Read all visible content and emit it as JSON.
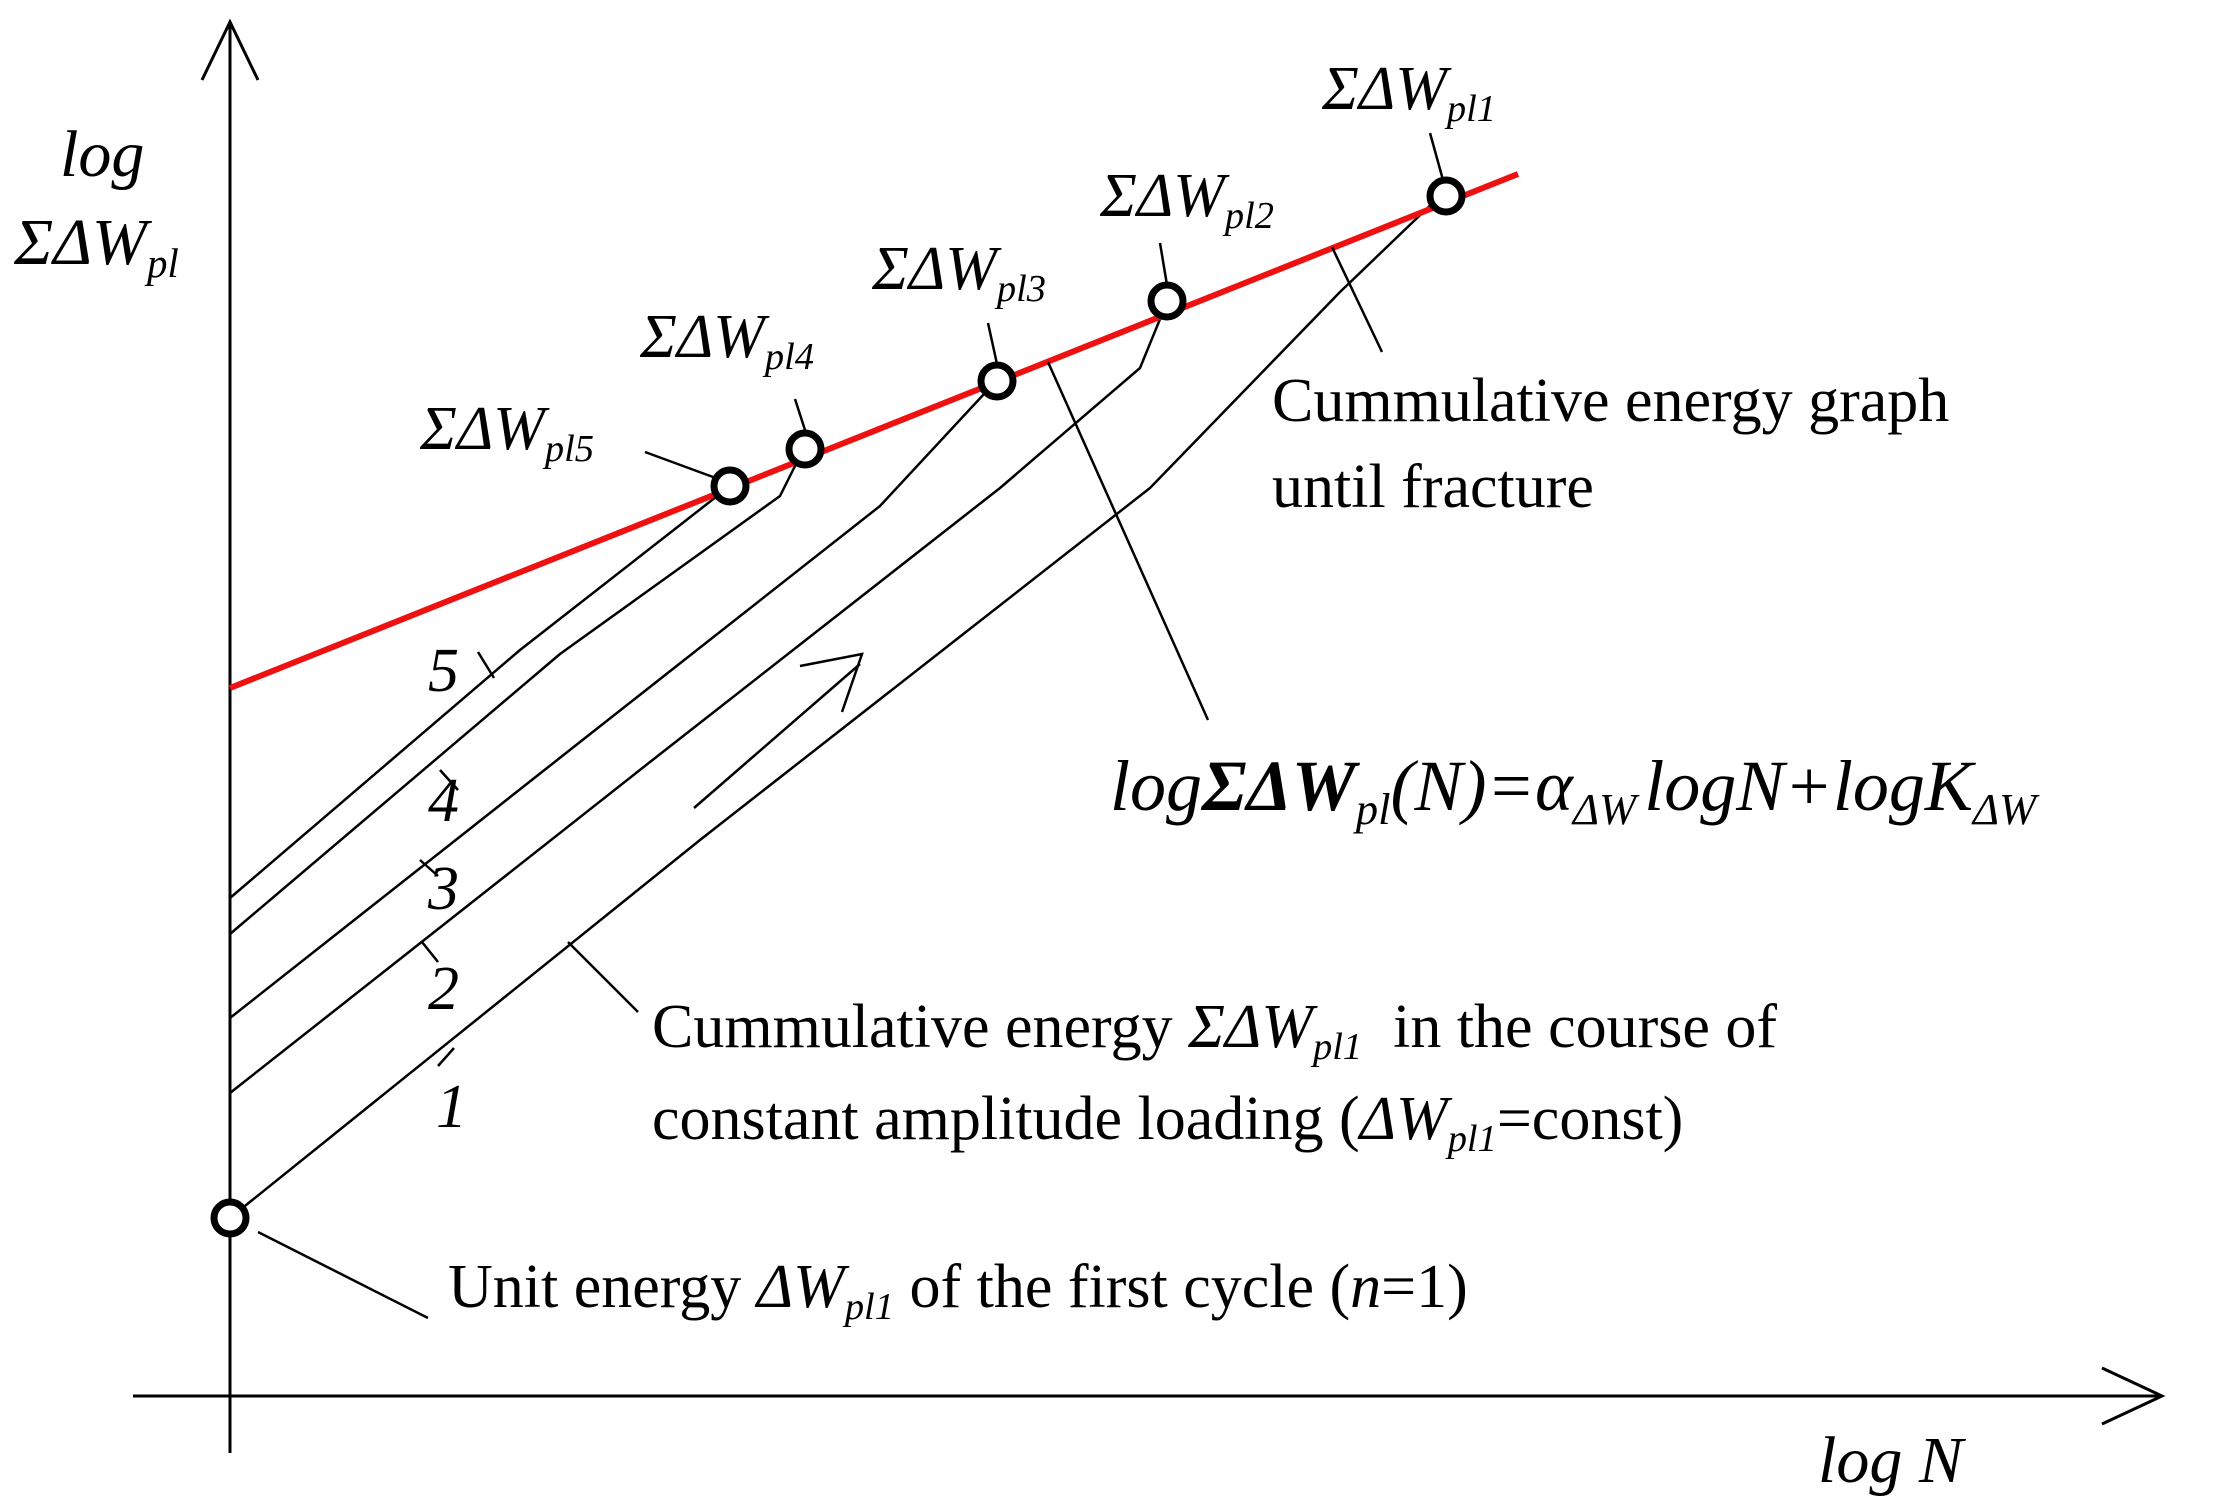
{
  "axes": {
    "y_label_line1": "log",
    "y_label_sigma": "ΣΔW",
    "y_label_sub": "pl",
    "x_label": "log N"
  },
  "points": [
    {
      "sigma": "ΣΔW",
      "sub": "pl1"
    },
    {
      "sigma": "ΣΔW",
      "sub": "pl2"
    },
    {
      "sigma": "ΣΔW",
      "sub": "pl3"
    },
    {
      "sigma": "ΣΔW",
      "sub": "pl4"
    },
    {
      "sigma": "ΣΔW",
      "sub": "pl5"
    }
  ],
  "lines": {
    "l1": "1",
    "l2": "2",
    "l3": "3",
    "l4": "4",
    "l5": "5"
  },
  "annotations": {
    "fracture_line1": "Cummulative energy graph",
    "fracture_line2": "until fracture",
    "formula": {
      "log1": "log",
      "sigma": "ΣΔW",
      "sub_pl": "pl",
      "mid": "(N)=",
      "alpha": "α",
      "sub_dw1": "ΔW",
      "logn": "logN+logK",
      "sub_dw2": "ΔW"
    },
    "cumulative": {
      "line1_pre": "Cummulative energy ",
      "line1_sigma": "ΣΔW",
      "line1_sub": "pl1",
      "line1_post": "  in the course of",
      "line2_pre": "constant amplitude loading (",
      "line2_dw": "ΔW",
      "line2_sub": "pl1",
      "line2_post": "=const)"
    },
    "unit": {
      "pre": "Unit energy ",
      "dw": "ΔW",
      "sub": "pl1",
      "mid": " of the first cycle (",
      "n": "n",
      "post": "=1)"
    }
  },
  "colors": {
    "fracture_line": "#ee1111",
    "ink": "#000000"
  }
}
